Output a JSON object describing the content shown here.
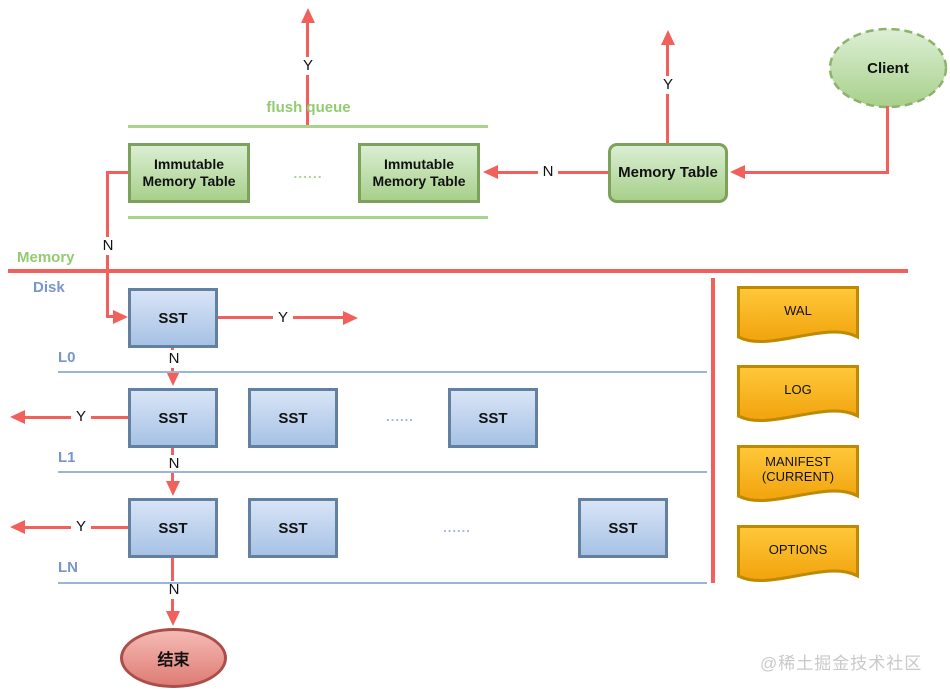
{
  "labels": {
    "yes": "Y",
    "no": "N",
    "flush_queue": "flush queue",
    "memory": "Memory",
    "disk": "Disk",
    "level0": "L0",
    "level1": "L1",
    "levelN": "LN",
    "dots": "......"
  },
  "nodes": {
    "client": "Client",
    "memory_table": "Memory Table",
    "immutable_memory_table": "Immutable Memory Table",
    "sst": "SST",
    "end": "结束"
  },
  "files": {
    "wal": "WAL",
    "log": "LOG",
    "manifest": "MANIFEST (CURRENT)",
    "options": "OPTIONS"
  },
  "watermark": "@稀土掘金技术社区",
  "colors": {
    "arrow_red": "#f2605b",
    "green_box_border": "#7ca15a",
    "green_text": "#93cb70",
    "green_line": "#a9d48e",
    "blue_text": "#7796cc",
    "blue_line": "#9db4da",
    "sst_border": "#62809f",
    "file_fill_top": "#ffc83b",
    "file_fill_bottom": "#f1a30c",
    "file_border": "#c08a00",
    "end_fill": "#dd7d75",
    "end_border": "#ab4e49"
  }
}
